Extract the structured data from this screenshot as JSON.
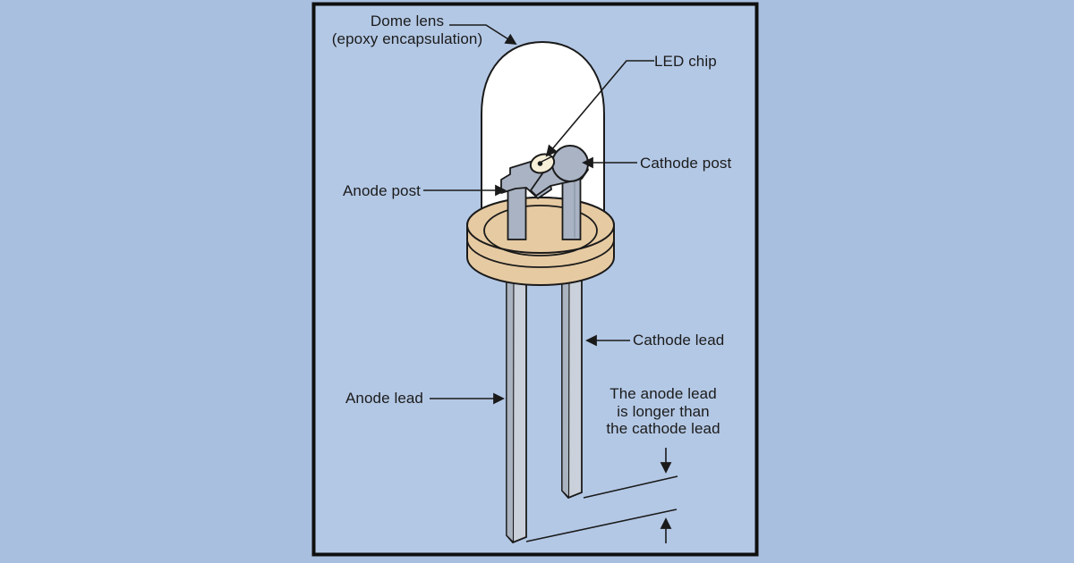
{
  "figure": {
    "title": "LED construction diagram",
    "labels": {
      "dome_lens": "Dome lens",
      "dome_lens_sub": "(epoxy encapsulation)",
      "led_chip": "LED chip",
      "cathode_post": "Cathode post",
      "anode_post": "Anode post",
      "cathode_lead": "Cathode lead",
      "anode_lead": "Anode lead",
      "note": "The anode lead\nis longer than\nthe cathode lead"
    },
    "parts": [
      "dome-lens",
      "led-chip",
      "cathode-post",
      "anode-post",
      "metal-flange-base",
      "cathode-lead",
      "anode-lead"
    ],
    "colors": {
      "outer_bg": "#a9bfdf",
      "panel_bg": "#b3c8e5",
      "panel_border": "#0f0f0f",
      "dome": "#ffffff",
      "flange": "#e6caa2",
      "post": "#a9b3c4",
      "lead_face": "#cbd1da",
      "lead_edge": "#aab3c0",
      "chip": "#f8efd8",
      "ink": "#1a1a1a",
      "text": "#1b1b1b"
    }
  }
}
